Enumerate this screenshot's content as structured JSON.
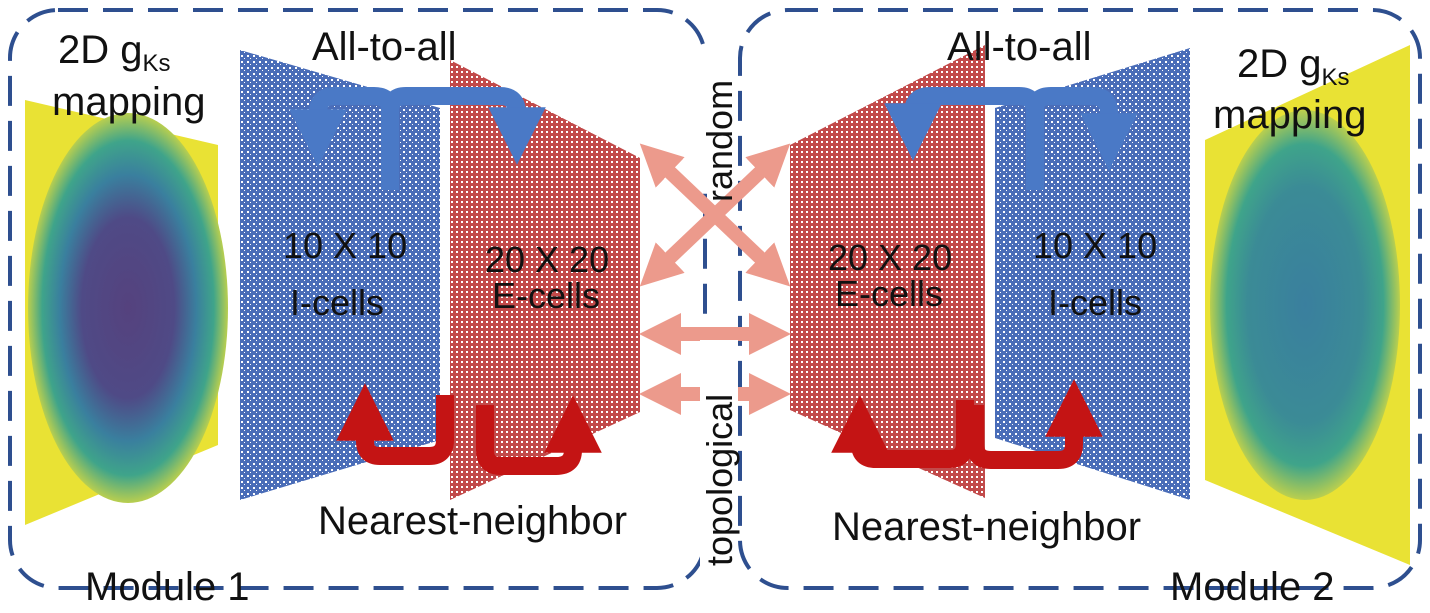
{
  "colors": {
    "module_border": "#2e4f8f",
    "i_cells": "#4a6db8",
    "e_cells": "#c24a4a",
    "all_to_all_arrow": "#4a79c6",
    "nearest_neighbor_arrow": "#c41414",
    "inter_module_arrow": "#ec9a8c",
    "map_yellow": "#e9e234",
    "map_teal": "#3fa48a",
    "map_blue": "#3a7f9e",
    "map_purple": "#55427e"
  },
  "module1": {
    "label": "Module 1",
    "map_label_line1": "2D g",
    "map_label_sub": "Ks",
    "map_label_line2": "mapping",
    "connection_top": "All-to-all",
    "connection_bottom": "Nearest-neighbor",
    "i_grid": "10 X 10",
    "i_name": "I-cells",
    "e_grid": "20 X 20",
    "e_name": "E-cells"
  },
  "module2": {
    "label": "Module 2",
    "map_label_line1": "2D g",
    "map_label_sub": "Ks",
    "map_label_line2": "mapping",
    "connection_top": "All-to-all",
    "connection_bottom": "Nearest-neighbor",
    "i_grid": "10 X 10",
    "i_name": "I-cells",
    "e_grid": "20 X 20",
    "e_name": "E-cells"
  },
  "inter_module": {
    "random_label": "random",
    "topological_label": "topological"
  }
}
